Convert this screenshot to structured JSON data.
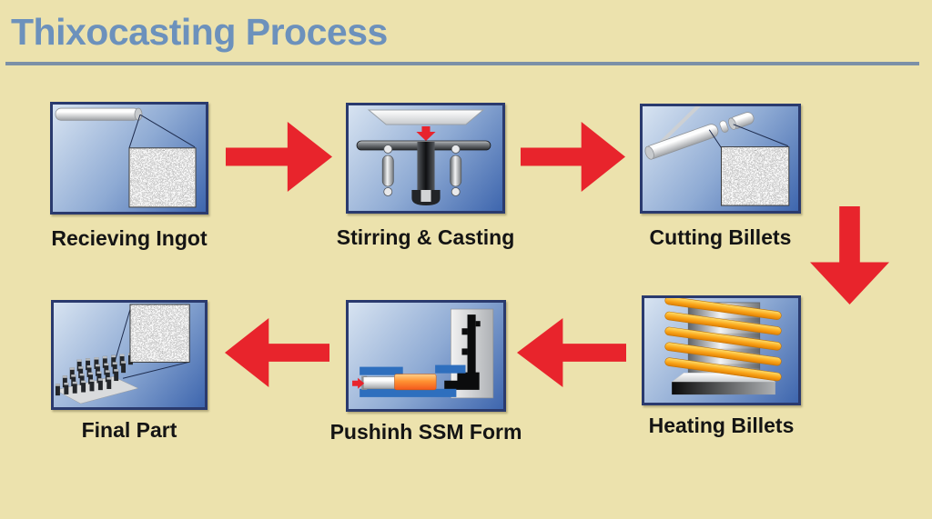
{
  "title": "Thixocasting Process",
  "colors": {
    "background": "#ECE2AD",
    "title-color": "#6C91BC",
    "underline": "#7B90A7",
    "arrow": "#E8242C",
    "box-border": "#2A3A6E",
    "box-grad-light": "#D7E3F1",
    "box-grad-dark": "#3E66AE",
    "label-color": "#141414"
  },
  "steps": [
    {
      "id": "receiving-ingot",
      "label": "Recieving Ingot",
      "depicts": "metal ingot cylinder with micrograph inset"
    },
    {
      "id": "stirring-casting",
      "label": "Stirring & Casting",
      "depicts": "funnel pouring into stirred casting mold"
    },
    {
      "id": "cutting-billets",
      "label": "Cutting Billets",
      "depicts": "cylinder cut into billets with micrograph inset"
    },
    {
      "id": "heating-billets",
      "label": "Heating Billets",
      "depicts": "billet inside induction heating coil on pedestal"
    },
    {
      "id": "pushing-ssm-form",
      "label": "Pushinh SSM Form",
      "depicts": "piston pushing heated billet into SSM die"
    },
    {
      "id": "final-part",
      "label": "Final Part",
      "depicts": "finned finished part with micrograph inset"
    }
  ],
  "arrows": [
    {
      "from": "Recieving Ingot",
      "to": "Stirring & Casting",
      "direction": "right"
    },
    {
      "from": "Stirring & Casting",
      "to": "Cutting Billets",
      "direction": "right"
    },
    {
      "from": "Cutting Billets",
      "to": "Heating Billets",
      "direction": "down"
    },
    {
      "from": "Heating Billets",
      "to": "Pushinh SSM Form",
      "direction": "left"
    },
    {
      "from": "Pushinh SSM Form",
      "to": "Final Part",
      "direction": "left"
    }
  ]
}
